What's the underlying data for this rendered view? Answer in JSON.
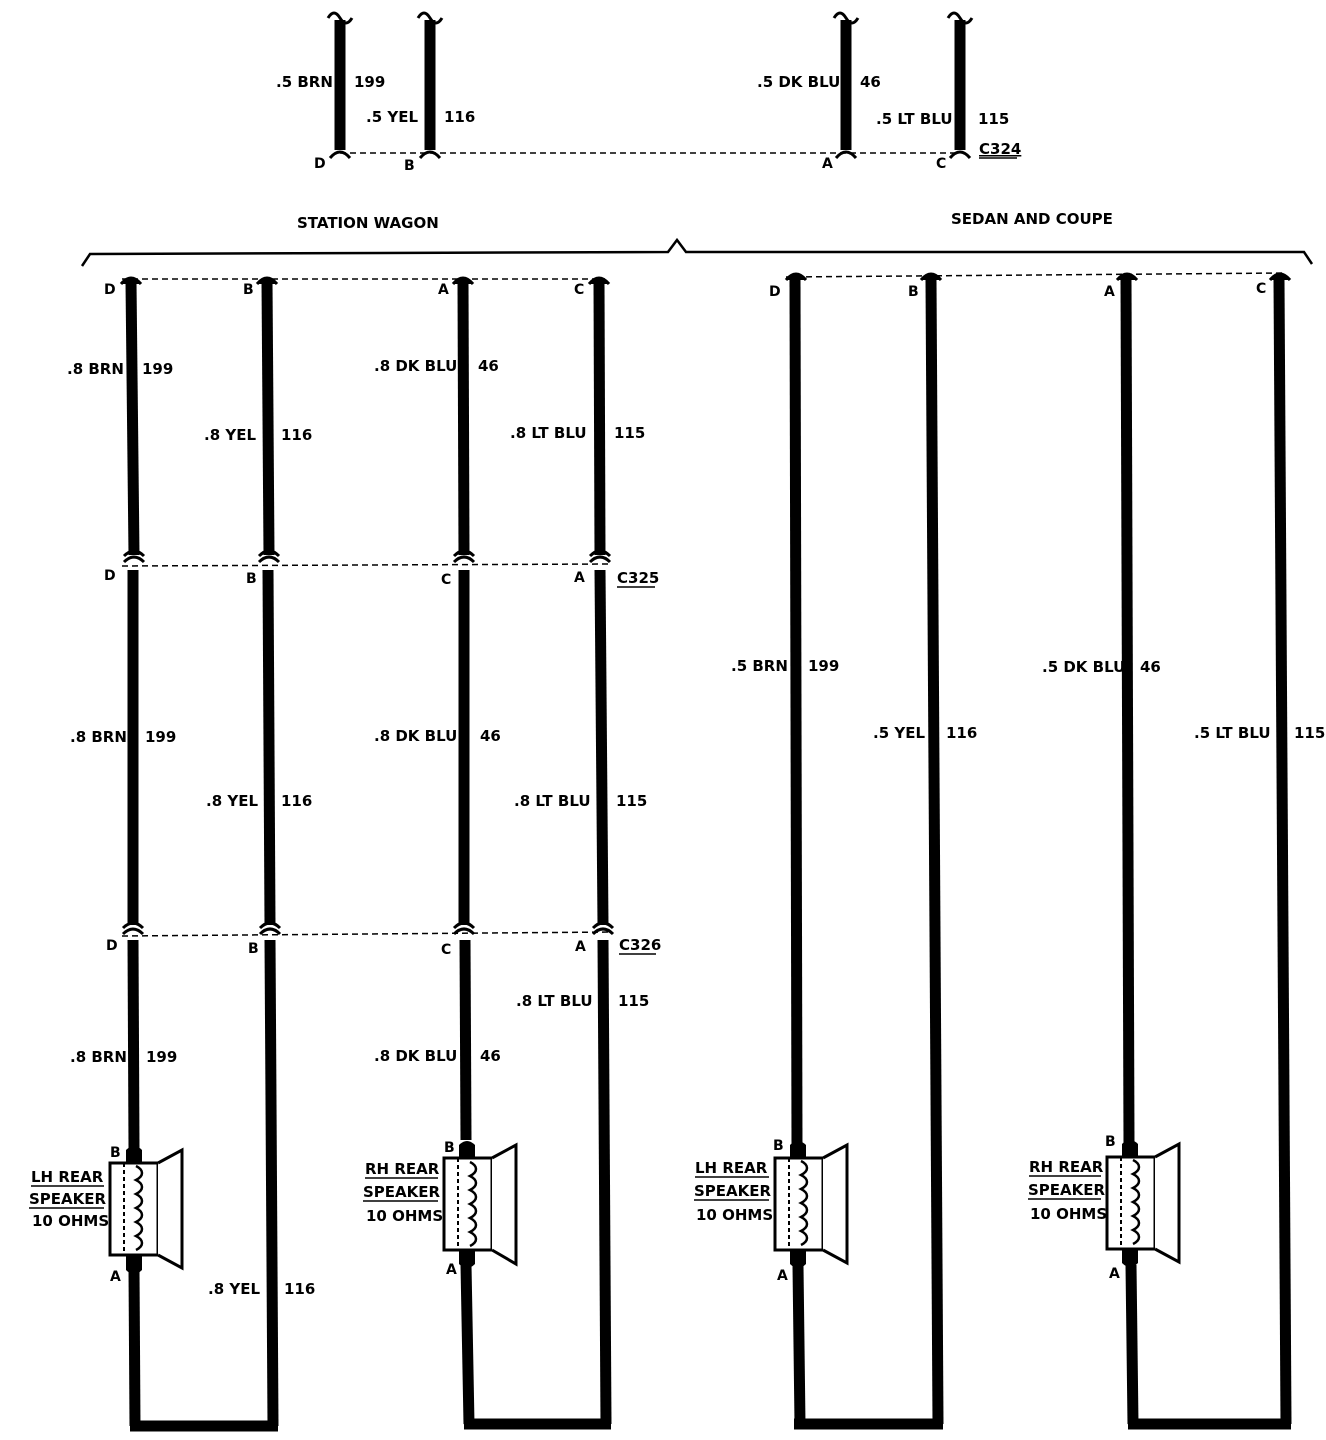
{
  "connectors": {
    "top": "C324",
    "middle": "C325",
    "lower": "C326"
  },
  "sections": {
    "wagon": "STATION WAGON",
    "sedan": "SEDAN AND COUPE"
  },
  "top_wires": [
    {
      "gauge": ".5 BRN",
      "circuit": "199",
      "pin": "D"
    },
    {
      "gauge": ".5 YEL",
      "circuit": "116",
      "pin": "B"
    },
    {
      "gauge": ".5 DK BLU",
      "circuit": "46",
      "pin": "A"
    },
    {
      "gauge": ".5 LT BLU",
      "circuit": "115",
      "pin": "C"
    }
  ],
  "wagon": {
    "pins_upper": [
      "D",
      "B",
      "A",
      "C"
    ],
    "pins_c325": [
      "D",
      "B",
      "C",
      "A"
    ],
    "pins_c326": [
      "D",
      "B",
      "C",
      "A"
    ],
    "seg1": [
      {
        "gauge": ".8 BRN",
        "circuit": "199"
      },
      {
        "gauge": ".8 YEL",
        "circuit": "116"
      },
      {
        "gauge": ".8 DK BLU",
        "circuit": "46"
      },
      {
        "gauge": ".8 LT BLU",
        "circuit": "115"
      }
    ],
    "seg2": [
      {
        "gauge": ".8 BRN",
        "circuit": "199"
      },
      {
        "gauge": ".8 YEL",
        "circuit": "116"
      },
      {
        "gauge": ".8 DK BLU",
        "circuit": "46"
      },
      {
        "gauge": ".8 LT BLU",
        "circuit": "115"
      }
    ],
    "seg3": [
      {
        "gauge": ".8 BRN",
        "circuit": "199"
      },
      {
        "gauge": ".8 YEL",
        "circuit": "116"
      },
      {
        "gauge": ".8 DK BLU",
        "circuit": "46"
      },
      {
        "gauge": ".8 LT BLU",
        "circuit": "115"
      }
    ]
  },
  "sedan": {
    "pins": [
      "D",
      "B",
      "A",
      "C"
    ],
    "wires": [
      {
        "gauge": ".5 BRN",
        "circuit": "199"
      },
      {
        "gauge": ".5 YEL",
        "circuit": "116"
      },
      {
        "gauge": ".5 DK BLU",
        "circuit": "46"
      },
      {
        "gauge": ".5 LT BLU",
        "circuit": "115"
      }
    ]
  },
  "speakers": {
    "lh_line1": "LH REAR",
    "lh_line2": "SPEAKER",
    "rh_line1": "RH REAR",
    "rh_line2": "SPEAKER",
    "ohms": "10 OHMS",
    "pin_b": "B",
    "pin_a": "A"
  }
}
